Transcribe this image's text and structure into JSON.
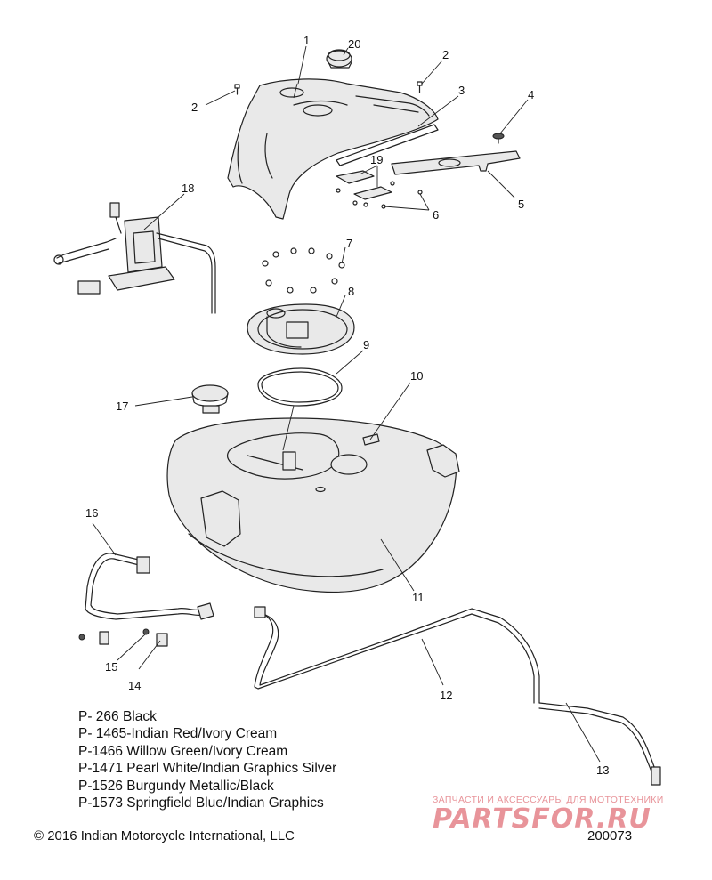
{
  "callouts": {
    "c1": "1",
    "c2a": "2",
    "c2b": "2",
    "c3": "3",
    "c4": "4",
    "c5": "5",
    "c6": "6",
    "c7": "7",
    "c8": "8",
    "c9": "9",
    "c10": "10",
    "c11": "11",
    "c12": "12",
    "c13": "13",
    "c14": "14",
    "c15": "15",
    "c16": "16",
    "c17": "17",
    "c18": "18",
    "c19": "19",
    "c20": "20"
  },
  "color_options": [
    "P- 266 Black",
    "P- 1465-Indian Red/Ivory Cream",
    "P-1466 Willow Green/Ivory Cream",
    "P-1471 Pearl White/Indian Graphics Silver",
    "P-1526 Burgundy Metallic/Black",
    "P-1573 Springfield Blue/Indian Graphics"
  ],
  "footer": {
    "copyright": "© 2016 Indian Motorcycle International, LLC",
    "diagram_number": "200073"
  },
  "watermark": {
    "tagline": "ЗАПЧАСТИ И АКСЕССУАРЫ ДЛЯ МОТОТЕХНИКИ",
    "logo": "PARTSFOR.RU"
  },
  "colors": {
    "line": "#222222",
    "watermark": "#e8949a",
    "background": "#ffffff"
  }
}
